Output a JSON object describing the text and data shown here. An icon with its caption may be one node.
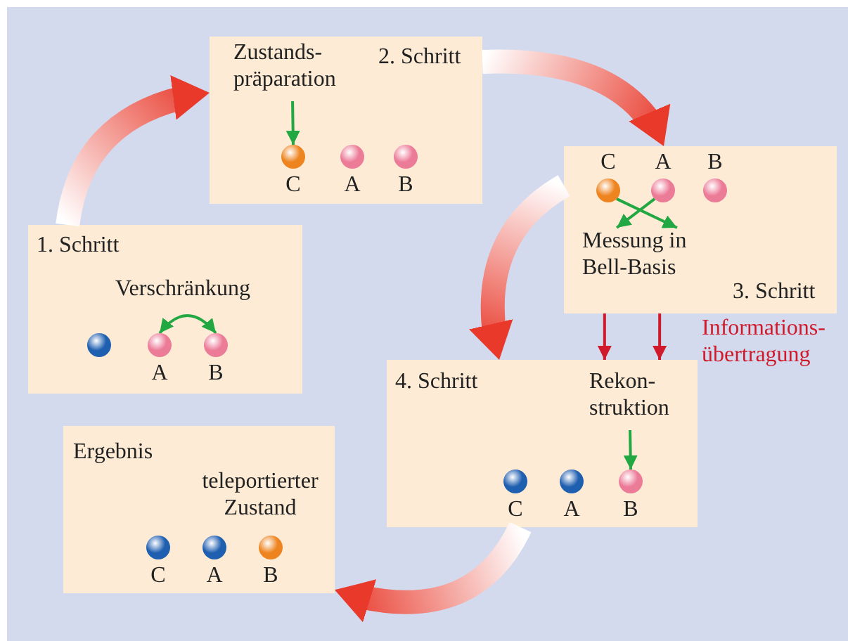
{
  "diagram": {
    "nodes": [
      {
        "text": [
          "1. Schritt",
          "Verschränkung"
        ]
      },
      {
        "text": [],
        "shape": "circle",
        "in": 0
      },
      {
        "text": [],
        "shape": "circle",
        "in": 0,
        "beside": [
          "A"
        ]
      },
      {
        "text": [],
        "shape": "circle",
        "in": 0,
        "beside": [
          "B"
        ]
      },
      {
        "text": [
          "2. Schritt"
        ]
      },
      {
        "text": [
          "Zustands- präparation"
        ],
        "in": 4
      },
      {
        "text": [],
        "shape": "circle",
        "in": 4,
        "beside": [
          "C"
        ]
      },
      {
        "text": [],
        "shape": "circle",
        "in": 4,
        "beside": [
          "A"
        ]
      },
      {
        "text": [],
        "shape": "circle",
        "in": 4,
        "beside": [
          "B"
        ]
      },
      {
        "text": [
          "3. Schritt"
        ]
      },
      {
        "text": [],
        "shape": "circle",
        "in": 9,
        "beside": [
          "C"
        ]
      },
      {
        "text": [],
        "shape": "circle",
        "in": 9,
        "beside": [
          "A"
        ]
      },
      {
        "text": [],
        "shape": "circle",
        "in": 9,
        "beside": [
          "B"
        ]
      },
      {
        "text": [
          "Messung in Bell-Basis"
        ],
        "in": 9
      },
      {
        "text": [
          "4. Schritt"
        ]
      },
      {
        "text": [
          "Rekon- struktion"
        ],
        "in": 14
      },
      {
        "text": [],
        "shape": "circle",
        "in": 14,
        "beside": [
          "C"
        ]
      },
      {
        "text": [],
        "shape": "circle",
        "in": 14,
        "beside": [
          "A"
        ]
      },
      {
        "text": [],
        "shape": "circle",
        "in": 14,
        "beside": [
          "B"
        ]
      },
      {
        "text": [
          "Ergebnis",
          "teleportierter Zustand"
        ]
      },
      {
        "text": [],
        "shape": "circle",
        "in": 19,
        "beside": [
          "C"
        ]
      },
      {
        "text": [],
        "shape": "circle",
        "in": 19,
        "beside": [
          "A"
        ]
      },
      {
        "text": [],
        "shape": "circle",
        "in": 19,
        "beside": [
          "B"
        ]
      }
    ],
    "edges": [
      {
        "from": 0,
        "to": 4,
        "arrow": "to",
        "style": "thick",
        "color": "#e8392b"
      },
      {
        "from": 4,
        "to": 9,
        "arrow": "to",
        "style": "thick",
        "color": "#e8392b"
      },
      {
        "from": 9,
        "to": 14,
        "arrow": "to",
        "style": "thick",
        "color": "#e8392b"
      },
      {
        "from": 14,
        "to": 19,
        "arrow": "to",
        "style": "thick",
        "color": "#e8392b"
      },
      {
        "from": 2,
        "to": 3,
        "arrow": "both",
        "color": "#22a843"
      },
      {
        "from": 5,
        "to": 6,
        "arrow": "to",
        "color": "#22a843"
      },
      {
        "from": 10,
        "to": 13,
        "arrow": "to",
        "color": "#22a843"
      },
      {
        "from": 11,
        "to": 13,
        "arrow": "to",
        "color": "#22a843"
      },
      {
        "from": 9,
        "to": 14,
        "arrow": "to",
        "color": "#d0192b"
      },
      {
        "from": 9,
        "to": 14,
        "arrow": "to",
        "color": "#d0192b",
        "label": "Informations- übertragung"
      },
      {
        "from": 15,
        "to": 18,
        "arrow": "to",
        "color": "#22a843"
      }
    ]
  }
}
